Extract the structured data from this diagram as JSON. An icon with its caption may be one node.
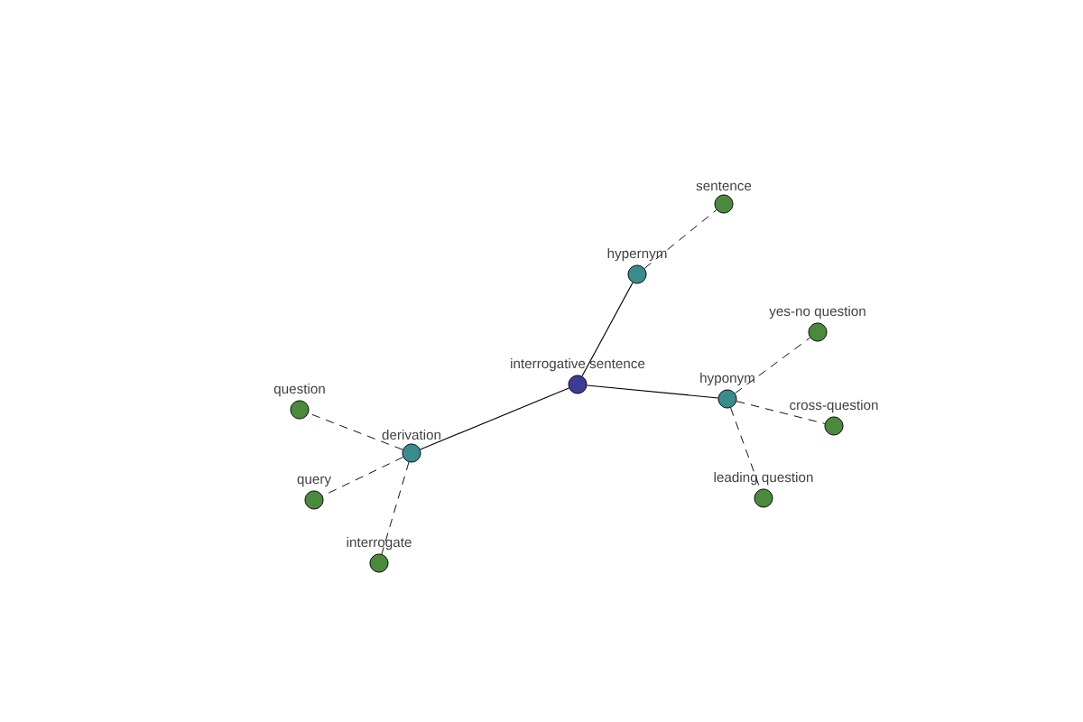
{
  "diagram": {
    "nodes": [
      {
        "text": [
          "interrogative sentence"
        ]
      },
      {
        "text": [
          "hypernym"
        ]
      },
      {
        "text": [
          "sentence"
        ]
      },
      {
        "text": [
          "hyponym"
        ]
      },
      {
        "text": [
          "yes-no question"
        ]
      },
      {
        "text": [
          "cross-question"
        ]
      },
      {
        "text": [
          "leading question"
        ]
      },
      {
        "text": [
          "derivation"
        ]
      },
      {
        "text": [
          "question"
        ]
      },
      {
        "text": [
          "query"
        ]
      },
      {
        "text": [
          "interrogate"
        ]
      }
    ],
    "edges": [
      {
        "from": 0,
        "to": 1,
        "arrow": "none"
      },
      {
        "from": 1,
        "to": 2,
        "arrow": "none",
        "style": "dashed"
      },
      {
        "from": 0,
        "to": 3,
        "arrow": "none"
      },
      {
        "from": 3,
        "to": 4,
        "arrow": "none",
        "style": "dashed"
      },
      {
        "from": 3,
        "to": 5,
        "arrow": "none",
        "style": "dashed"
      },
      {
        "from": 3,
        "to": 6,
        "arrow": "none",
        "style": "dashed"
      },
      {
        "from": 0,
        "to": 7,
        "arrow": "none"
      },
      {
        "from": 7,
        "to": 8,
        "arrow": "none",
        "style": "dashed"
      },
      {
        "from": 7,
        "to": 9,
        "arrow": "none",
        "style": "dashed"
      },
      {
        "from": 7,
        "to": 10,
        "arrow": "none",
        "style": "dashed"
      }
    ]
  }
}
